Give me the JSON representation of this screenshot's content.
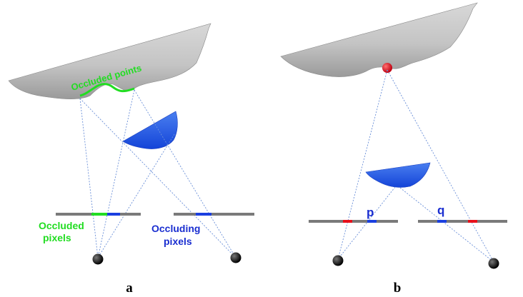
{
  "panel_a": {
    "letter": "a",
    "occluded_points": "Occluded points",
    "occluded_pixels_line1": "Occluded",
    "occluded_pixels_line2": "pixels",
    "occluding_pixels_line1": "Occluding",
    "occluding_pixels_line2": "pixels"
  },
  "panel_b": {
    "letter": "b",
    "pixel_p": "p",
    "pixel_q": "q"
  },
  "colors": {
    "occluded_green": "#22dd22",
    "occluding_blue": "#1a3fe0",
    "label_blue": "#1a2ed0",
    "point_red": "#e8101a",
    "sensor_gray": "#7a7a7a",
    "ray_blue": "#6a8fd8"
  }
}
